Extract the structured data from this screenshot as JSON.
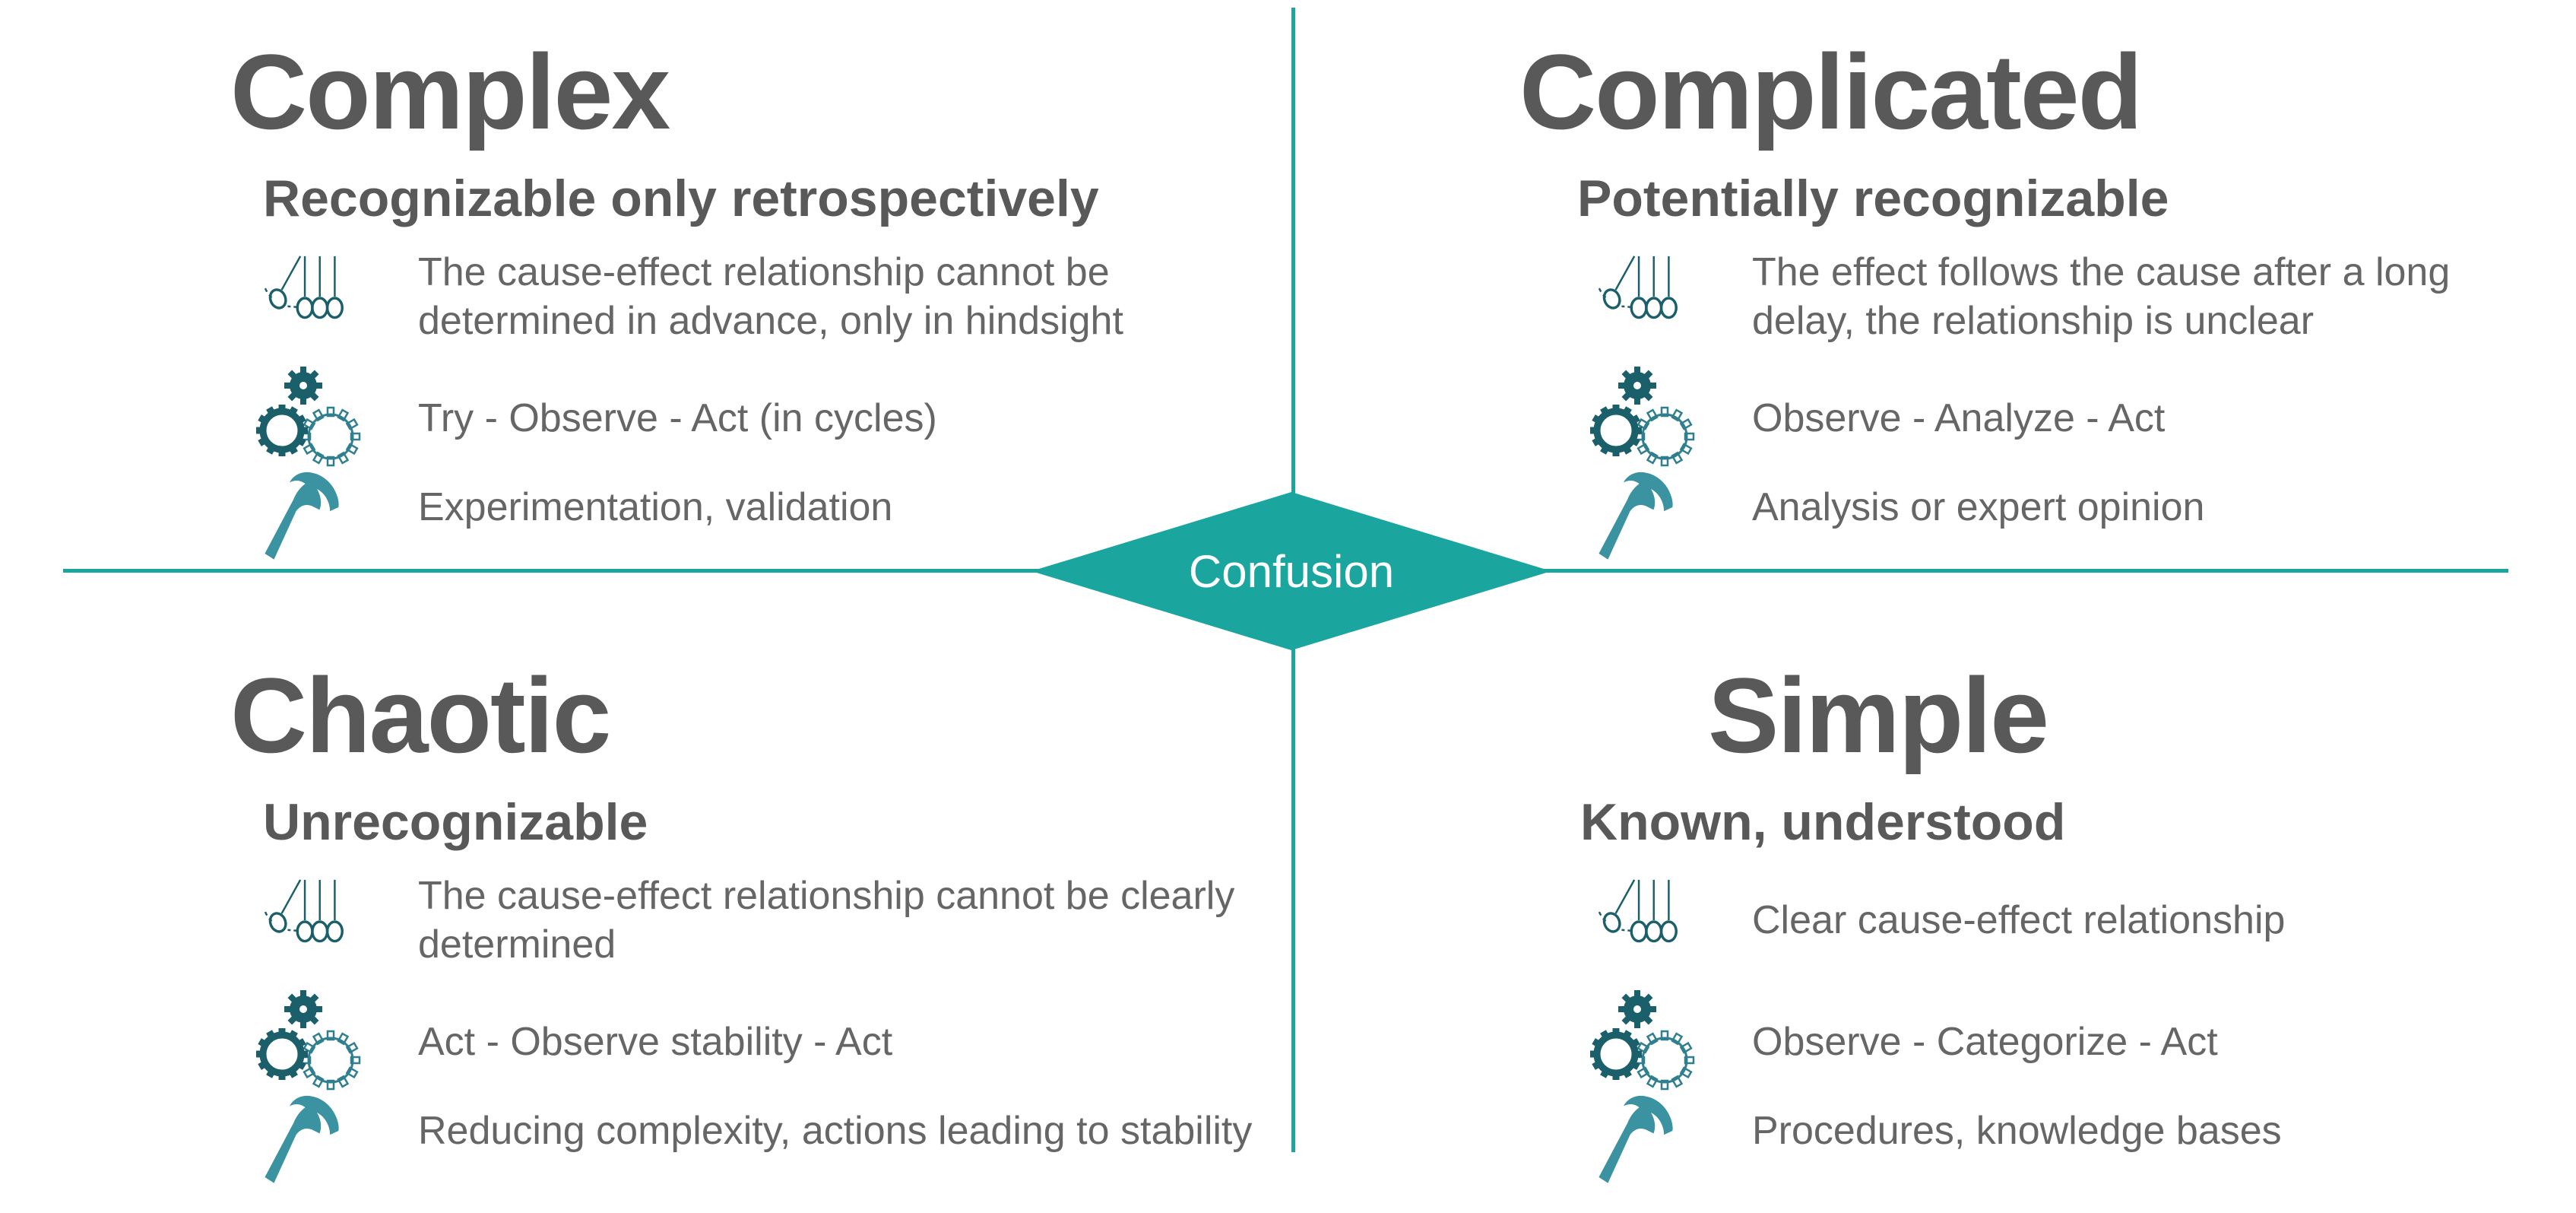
{
  "colors": {
    "accent": "#1aa69e",
    "icon_dark": "#1b5f6b",
    "icon_mid": "#2f7f8e",
    "icon_hammer": "#3b92a1",
    "heading_text": "#595959",
    "body_text": "#666666",
    "diamond_label_text": "#ffffff"
  },
  "center": {
    "label": "Confusion"
  },
  "quadrants": [
    {
      "id": "complex",
      "title": "Complex",
      "subtitle": "Recognizable only retrospectively",
      "rows": [
        {
          "icon": "newtons-cradle-icon",
          "text": "The cause-effect relationship cannot be determined in advance, only in hindsight"
        },
        {
          "icon": "gears-icon",
          "text": "Try - Observe - Act (in cycles)"
        },
        {
          "icon": "hammer-icon",
          "text": "Experimentation, validation"
        }
      ]
    },
    {
      "id": "complicated",
      "title": "Complicated",
      "subtitle": "Potentially recognizable",
      "rows": [
        {
          "icon": "newtons-cradle-icon",
          "text": "The effect follows the cause after a long delay, the relationship is unclear"
        },
        {
          "icon": "gears-icon",
          "text": "Observe - Analyze - Act"
        },
        {
          "icon": "hammer-icon",
          "text": "Analysis or expert opinion"
        }
      ]
    },
    {
      "id": "chaotic",
      "title": "Chaotic",
      "subtitle": "Unrecognizable",
      "rows": [
        {
          "icon": "newtons-cradle-icon",
          "text": "The cause-effect relationship cannot be clearly determined"
        },
        {
          "icon": "gears-icon",
          "text": "Act - Observe stability - Act"
        },
        {
          "icon": "hammer-icon",
          "text": "Reducing complexity, actions leading to stability"
        }
      ]
    },
    {
      "id": "simple",
      "title": "Simple",
      "subtitle": "Known, understood",
      "rows": [
        {
          "icon": "newtons-cradle-icon",
          "text": "Clear cause-effect relationship"
        },
        {
          "icon": "gears-icon",
          "text": "Observe - Categorize - Act"
        },
        {
          "icon": "hammer-icon",
          "text": "Procedures, knowledge bases"
        }
      ]
    }
  ]
}
